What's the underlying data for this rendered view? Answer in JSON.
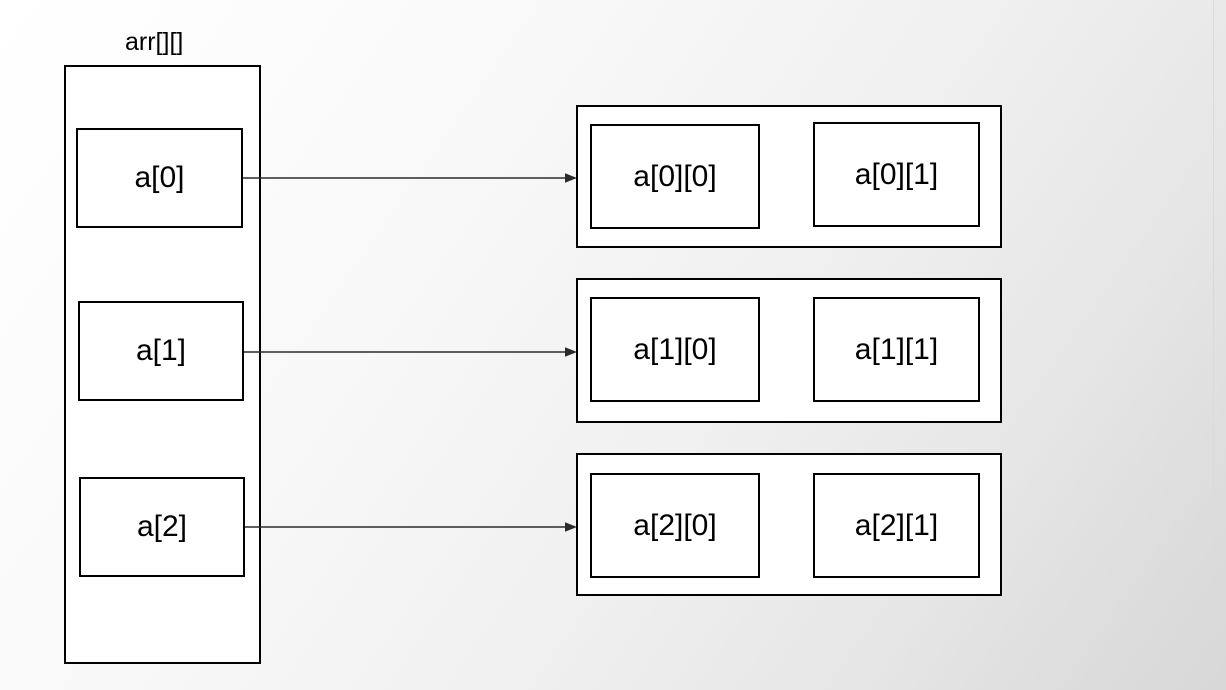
{
  "diagram": {
    "title": "arr[][]",
    "type": "2d-array-memory-layout",
    "colors": {
      "stroke": "#000000",
      "box_fill": "#ffffff",
      "background_start": "#ffffff",
      "background_end": "#d8d8d8"
    },
    "pointer_array": {
      "label": "arr[][]",
      "items": [
        {
          "label": "a[0]"
        },
        {
          "label": "a[1]"
        },
        {
          "label": "a[2]"
        }
      ]
    },
    "rows": [
      {
        "name": "row-0",
        "cells": [
          {
            "label": "a[0][0]"
          },
          {
            "label": "a[0][1]"
          }
        ]
      },
      {
        "name": "row-1",
        "cells": [
          {
            "label": "a[1][0]"
          },
          {
            "label": "a[1][1]"
          }
        ]
      },
      {
        "name": "row-2",
        "cells": [
          {
            "label": "a[2][0]"
          },
          {
            "label": "a[2][1]"
          }
        ]
      }
    ],
    "connectors": [
      {
        "from": "a[0]",
        "to": "row-0"
      },
      {
        "from": "a[1]",
        "to": "row-1"
      },
      {
        "from": "a[2]",
        "to": "row-2"
      }
    ]
  }
}
